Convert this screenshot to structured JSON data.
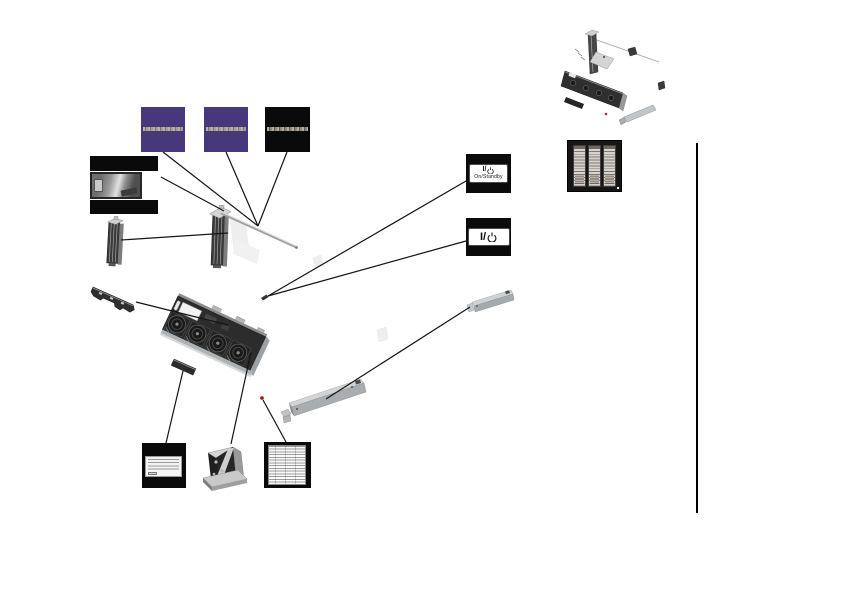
{
  "power_button_labels": {
    "on_standby": {
      "symbol_text": "I/",
      "caption": "On/Standby"
    },
    "symbol_only": {
      "symbol_text": "I/"
    }
  },
  "colors": {
    "label_strip_background_purple": "#46387a",
    "thumbnail_background_black": "#0a0a0a",
    "callout_line": "#141414",
    "red_fastener": "#a63122",
    "metal_gray": "#b9bdbf",
    "panel_dark": "#2c2c2c"
  }
}
